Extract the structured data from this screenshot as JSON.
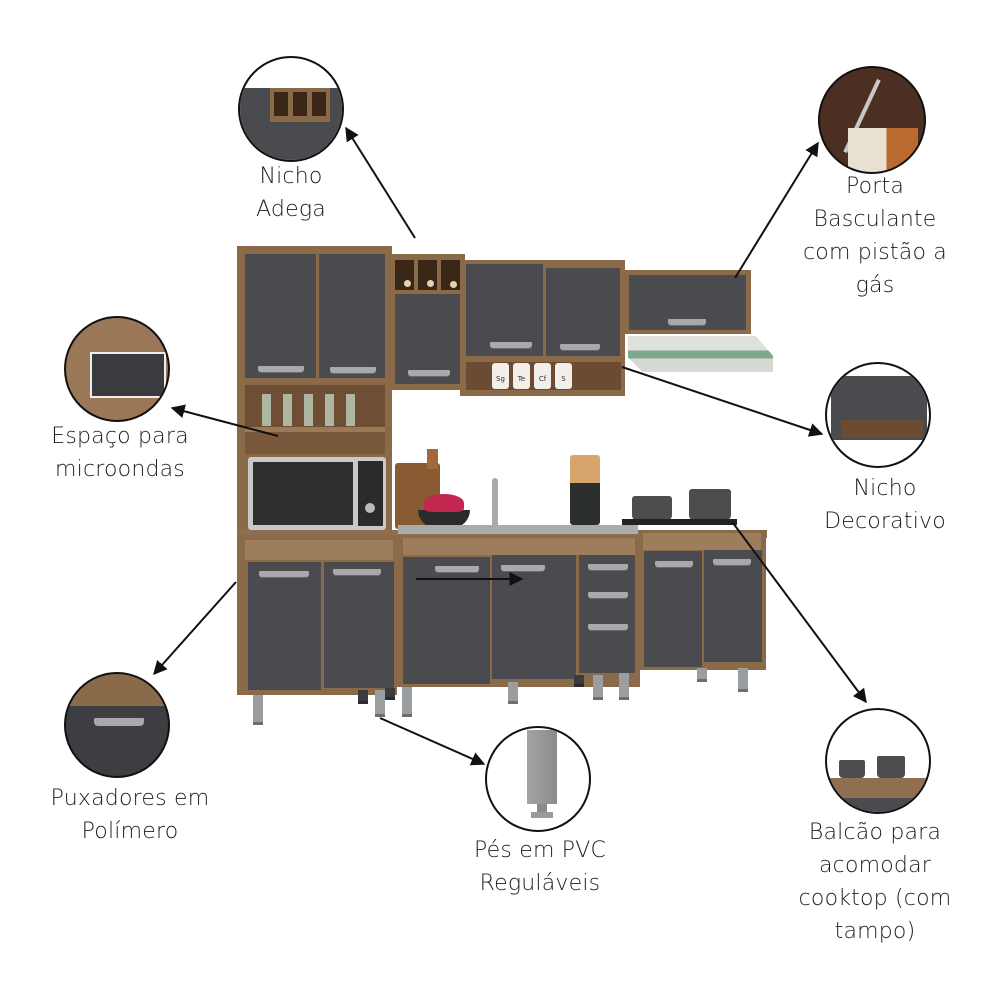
{
  "features": [
    {
      "id": "nicho-adega",
      "lines": [
        "Nicho",
        "Adega"
      ],
      "icon": "wine-niche"
    },
    {
      "id": "porta-basculante",
      "lines": [
        "Porta",
        "Basculante",
        "com pistão a",
        "gás"
      ],
      "icon": "gas-piston-door"
    },
    {
      "id": "espaco-microondas",
      "lines": [
        "Espaço para",
        "microondas"
      ],
      "icon": "microwave-space"
    },
    {
      "id": "nicho-decorativo",
      "lines": [
        "Nicho",
        "Decorativo"
      ],
      "icon": "decorative-niche"
    },
    {
      "id": "puxadores",
      "lines": [
        "Puxadores em",
        "Polímero"
      ],
      "icon": "polymer-handle"
    },
    {
      "id": "pes-pvc",
      "lines": [
        "Pés em PVC",
        "Reguláveis"
      ],
      "icon": "adjustable-foot"
    },
    {
      "id": "balcao-cooktop",
      "lines": [
        "Balcão para",
        "acomodar",
        "cooktop (com",
        "tampo)"
      ],
      "icon": "cooktop-counter"
    }
  ],
  "jars": [
    "Sg",
    "Te",
    "Cf",
    "S"
  ],
  "colors": {
    "wood": "#8b6a4a",
    "door": "#4a4b4e",
    "handle": "#a7a9ab",
    "line": "#111111"
  }
}
